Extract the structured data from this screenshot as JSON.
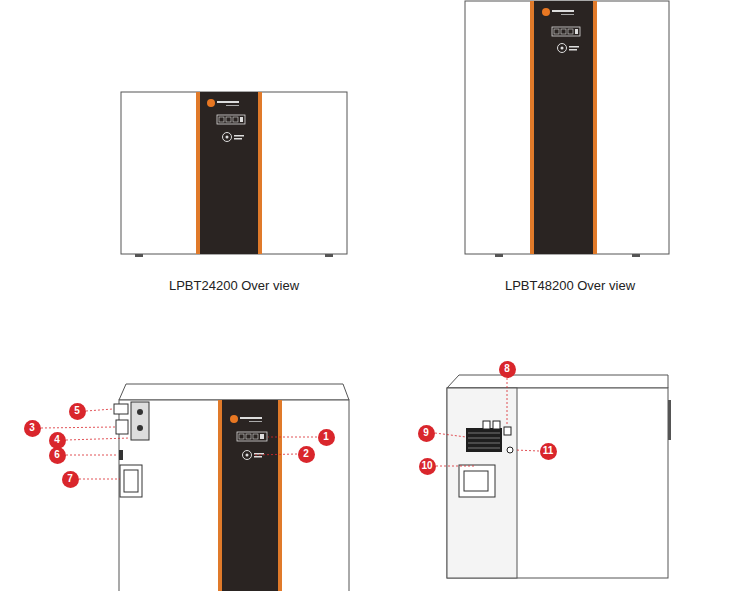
{
  "diagram": {
    "nodes": [
      {
        "text": [
          "1"
        ]
      },
      {
        "text": [
          "2"
        ]
      },
      {
        "text": [
          "3"
        ]
      },
      {
        "text": [
          "4"
        ]
      },
      {
        "text": [
          "5"
        ]
      },
      {
        "text": [
          "6"
        ]
      },
      {
        "text": [
          "7"
        ]
      },
      {
        "text": [
          "8"
        ]
      },
      {
        "text": [
          "9"
        ]
      },
      {
        "text": [
          "10"
        ]
      },
      {
        "text": [
          "11"
        ]
      }
    ],
    "labels": [
      "LPBT24200 Over view",
      "LPBT48200 Over view"
    ]
  }
}
